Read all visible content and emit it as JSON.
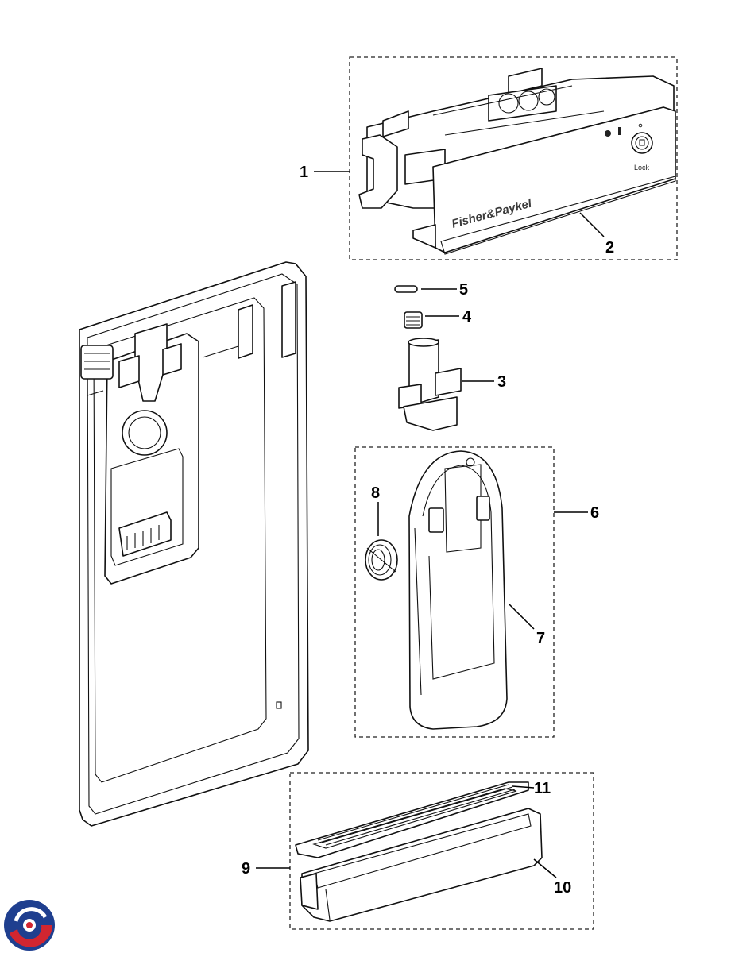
{
  "callouts": {
    "c1": "1",
    "c2": "2",
    "c3": "3",
    "c4": "4",
    "c5": "5",
    "c6": "6",
    "c7": "7",
    "c8": "8",
    "c9": "9",
    "c10": "10",
    "c11": "11"
  },
  "panel": {
    "brand_text": "Fisher&Paykel",
    "lock_text": "Lock"
  },
  "logo": {
    "icon": "brand-logo-icon",
    "colors": [
      "#1f3f8f",
      "#d22630"
    ]
  }
}
